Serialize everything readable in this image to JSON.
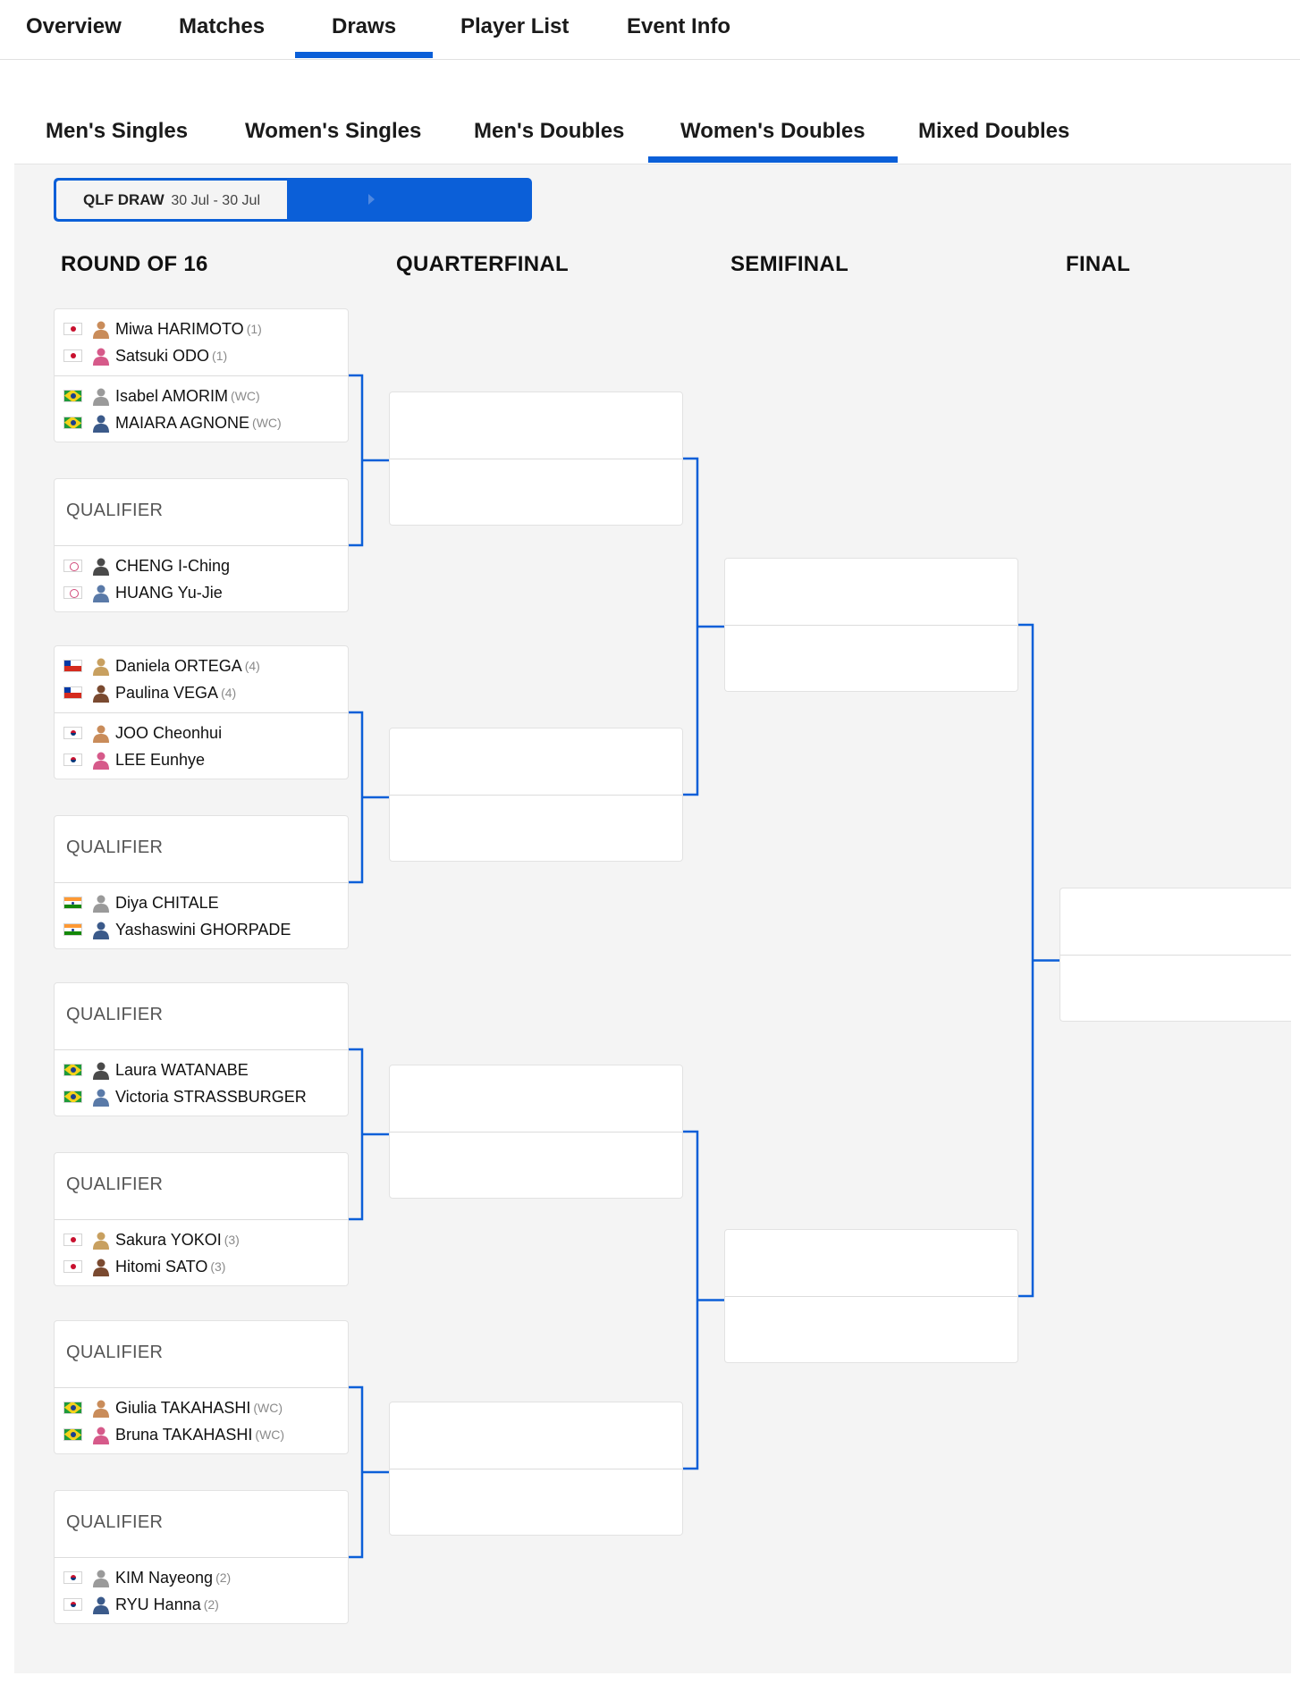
{
  "top_tabs": [
    "Overview",
    "Matches",
    "Draws",
    "Player List",
    "Event Info"
  ],
  "top_tab_active": "Draws",
  "sub_tabs": [
    "Men's Singles",
    "Women's Singles",
    "Men's Doubles",
    "Women's Doubles",
    "Mixed Doubles"
  ],
  "sub_tab_active": "Women's Doubles",
  "draw_selector": {
    "name": "QLF DRAW",
    "dates": "30 Jul - 30 Jul"
  },
  "rounds": [
    "ROUND OF 16",
    "QUARTERFINAL",
    "SEMIFINAL",
    "FINAL"
  ],
  "round_of_16": [
    {
      "top": {
        "players": [
          {
            "flag": "jp",
            "name": "Miwa HARIMOTO",
            "seed": "(1)"
          },
          {
            "flag": "jp",
            "name": "Satsuki ODO",
            "seed": "(1)"
          }
        ]
      },
      "bottom": {
        "players": [
          {
            "flag": "br",
            "name": "Isabel AMORIM",
            "seed": "(WC)"
          },
          {
            "flag": "br",
            "name": "MAIARA AGNONE",
            "seed": "(WC)"
          }
        ]
      }
    },
    {
      "top": {
        "qualifier": "QUALIFIER"
      },
      "bottom": {
        "players": [
          {
            "flag": "tpe",
            "name": "CHENG I-Ching",
            "seed": ""
          },
          {
            "flag": "tpe",
            "name": "HUANG Yu-Jie",
            "seed": ""
          }
        ]
      }
    },
    {
      "top": {
        "players": [
          {
            "flag": "cl",
            "name": "Daniela ORTEGA",
            "seed": "(4)"
          },
          {
            "flag": "cl",
            "name": "Paulina VEGA",
            "seed": "(4)"
          }
        ]
      },
      "bottom": {
        "players": [
          {
            "flag": "kr",
            "name": "JOO Cheonhui",
            "seed": ""
          },
          {
            "flag": "kr",
            "name": "LEE Eunhye",
            "seed": ""
          }
        ]
      }
    },
    {
      "top": {
        "qualifier": "QUALIFIER"
      },
      "bottom": {
        "players": [
          {
            "flag": "in",
            "name": "Diya CHITALE",
            "seed": ""
          },
          {
            "flag": "in",
            "name": "Yashaswini GHORPADE",
            "seed": ""
          }
        ]
      }
    },
    {
      "top": {
        "qualifier": "QUALIFIER"
      },
      "bottom": {
        "players": [
          {
            "flag": "br",
            "name": "Laura WATANABE",
            "seed": ""
          },
          {
            "flag": "br",
            "name": "Victoria STRASSBURGER",
            "seed": ""
          }
        ]
      }
    },
    {
      "top": {
        "qualifier": "QUALIFIER"
      },
      "bottom": {
        "players": [
          {
            "flag": "jp",
            "name": "Sakura YOKOI",
            "seed": "(3)"
          },
          {
            "flag": "jp",
            "name": "Hitomi SATO",
            "seed": "(3)"
          }
        ]
      }
    },
    {
      "top": {
        "qualifier": "QUALIFIER"
      },
      "bottom": {
        "players": [
          {
            "flag": "br",
            "name": "Giulia TAKAHASHI",
            "seed": "(WC)"
          },
          {
            "flag": "br",
            "name": "Bruna TAKAHASHI",
            "seed": "(WC)"
          }
        ]
      }
    },
    {
      "top": {
        "qualifier": "QUALIFIER"
      },
      "bottom": {
        "players": [
          {
            "flag": "kr",
            "name": "KIM Nayeong",
            "seed": "(2)"
          },
          {
            "flag": "kr",
            "name": "RYU Hanna",
            "seed": "(2)"
          }
        ]
      }
    }
  ],
  "colors": {
    "accent": "#0b5fd8",
    "connector": "#0b5fd8",
    "bracket_bg": "#f4f4f4"
  }
}
